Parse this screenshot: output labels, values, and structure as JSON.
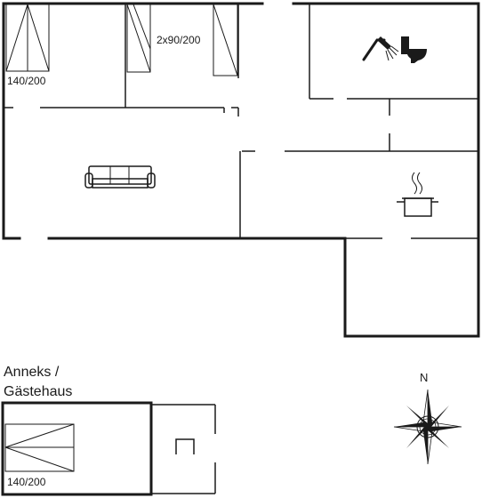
{
  "rooms": {
    "bed_top_left_label": "140/200",
    "bed_top_mid_label": "2x90/200",
    "annex_bed_label": "140/200"
  },
  "annex": {
    "title_line1": "Anneks /",
    "title_line2": "Gästehaus"
  },
  "compass": {
    "north_label": "N"
  },
  "icons": {
    "shower": "shower-icon",
    "toilet": "toilet-icon",
    "sofa": "sofa-icon",
    "cooking": "cooking-pot-icon",
    "compass": "compass-rose-icon"
  }
}
